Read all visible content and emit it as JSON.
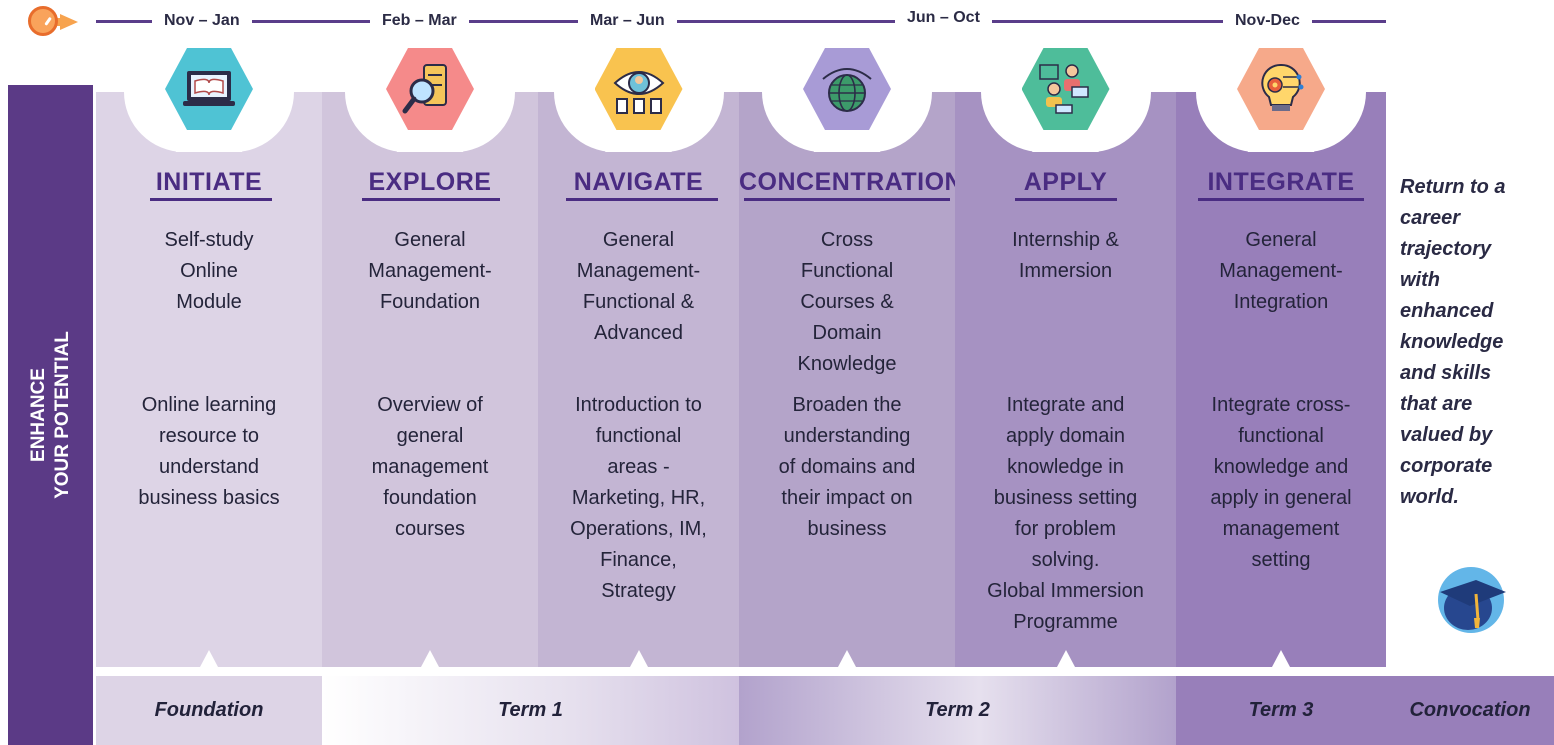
{
  "timeline": {
    "periods": [
      "Nov – Jan",
      "Feb – Mar",
      "Mar – Jun",
      "Jun – Oct",
      "Nov-Dec"
    ]
  },
  "side_banner": {
    "line1": "ENHANCE",
    "line2": "YOUR POTENTIAL"
  },
  "stages": [
    {
      "title": "INITIATE",
      "subtitle": "Self-study\nOnline\nModule",
      "description": "Online learning\nresource to\nunderstand\nbusiness basics",
      "icon": "online-module-icon",
      "hex_color": "#4fc3d4",
      "bg_color": "#ddd4e6"
    },
    {
      "title": "EXPLORE",
      "subtitle": "General\nManagement-\nFoundation",
      "description": "Overview of\ngeneral\nmanagement\nfoundation\ncourses",
      "icon": "magnifier-server-icon",
      "hex_color": "#f58a8a",
      "bg_color": "#d1c5dc"
    },
    {
      "title": "NAVIGATE",
      "subtitle": "General\nManagement-\nFunctional &\nAdvanced",
      "description": "Introduction to\nfunctional\nareas -\nMarketing, HR,\nOperations, IM,\nFinance,\nStrategy",
      "icon": "eye-person-icon",
      "hex_color": "#f9c34f",
      "bg_color": "#c3b5d3"
    },
    {
      "title": "CONCENTRATION",
      "subtitle": "Cross\nFunctional\nCourses &\nDomain\nKnowledge",
      "description": "Broaden the\nunderstanding\nof domains and\ntheir impact on\nbusiness",
      "icon": "globe-eye-icon",
      "hex_color": "#a89bd6",
      "bg_color": "#b4a4c9"
    },
    {
      "title": "APPLY",
      "subtitle": "Internship &\nImmersion",
      "description": "Integrate and\napply domain\nknowledge in\nbusiness setting\nfor problem\nsolving.\nGlobal Immersion\nProgramme",
      "icon": "team-laptop-icon",
      "hex_color": "#4ebd9a",
      "bg_color": "#a692c2"
    },
    {
      "title": "INTEGRATE",
      "subtitle": "General\nManagement-\nIntegration",
      "description": "Integrate cross-\nfunctional\nknowledge and\napply in general\nmanagement\nsetting",
      "icon": "bulb-gear-icon",
      "hex_color": "#f6a98a",
      "bg_color": "#987fba"
    }
  ],
  "final": {
    "text": "Return to a\ncareer\ntrajectory\nwith\nenhanced\nknowledge\nand skills\nthat are\nvalued by\ncorporate\nworld.",
    "icon": "graduation-cap-icon"
  },
  "terms": [
    "Foundation",
    "Term 1",
    "Term 2",
    "Term 3",
    "Convocation"
  ],
  "colors": {
    "accent": "#4a2c82",
    "banner": "#5b3a86",
    "timeline": "#5a3d8a"
  }
}
